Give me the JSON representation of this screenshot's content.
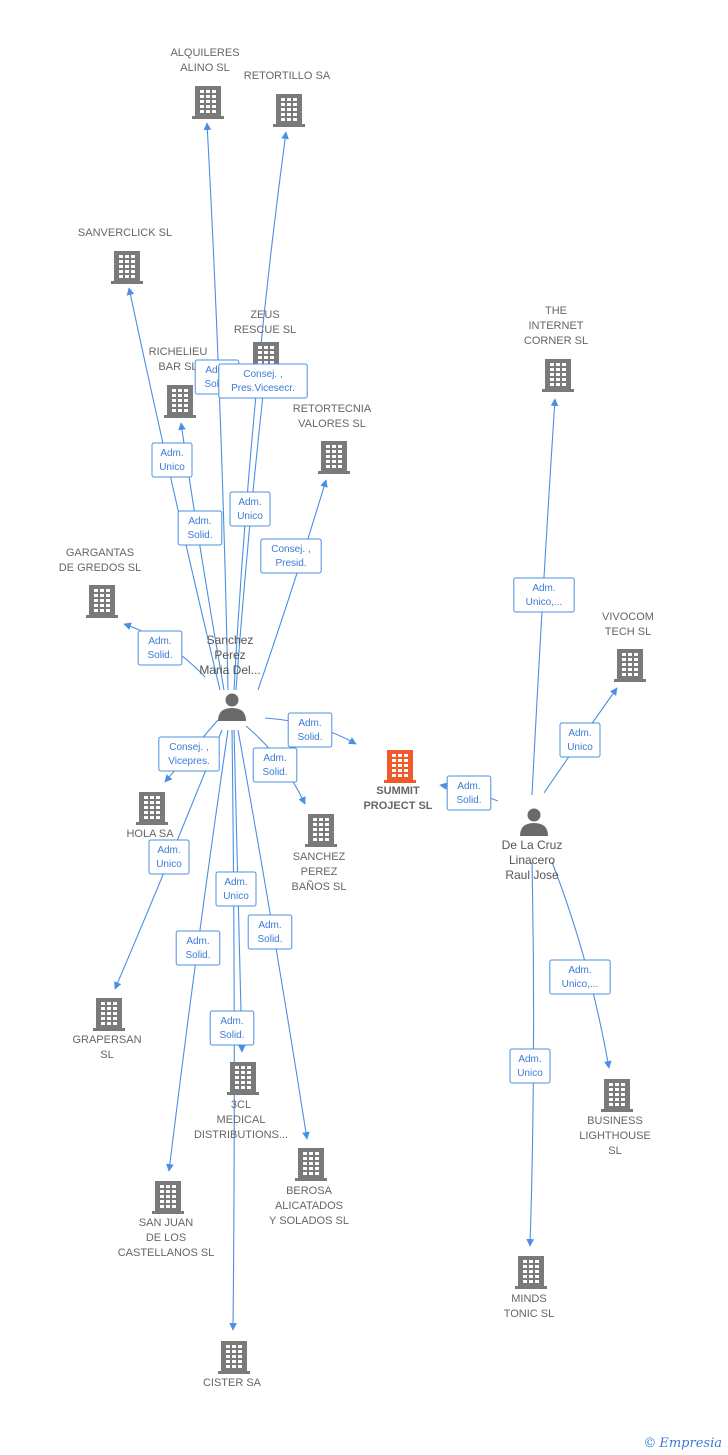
{
  "colors": {
    "building": "#7a7a7a",
    "highlight": "#f05a28",
    "edge": "#4a90e2",
    "person": "#6a6a6a"
  },
  "companies": [
    {
      "id": "alquileres",
      "lines": [
        "ALQUILERES",
        "ALINO  SL"
      ]
    },
    {
      "id": "retortillo",
      "lines": [
        "RETORTILLO SA"
      ]
    },
    {
      "id": "sanverclick",
      "lines": [
        "SANVERCLICK SL"
      ]
    },
    {
      "id": "zeus",
      "lines": [
        "ZEUS",
        "RESCUE  SL"
      ]
    },
    {
      "id": "richelieu",
      "lines": [
        "RICHELIEU",
        "BAR  SL"
      ]
    },
    {
      "id": "retortecnia",
      "lines": [
        "RETORTECNIA",
        "VALORES SL"
      ]
    },
    {
      "id": "internet",
      "lines": [
        "THE",
        "INTERNET",
        "CORNER SL"
      ]
    },
    {
      "id": "gargantas",
      "lines": [
        "GARGANTAS",
        "DE GREDOS SL"
      ]
    },
    {
      "id": "vivocom",
      "lines": [
        "VIVOCOM",
        "TECH SL"
      ]
    },
    {
      "id": "summit",
      "lines": [
        "SUMMIT",
        "PROJECT  SL"
      ],
      "highlight": true
    },
    {
      "id": "hola",
      "lines": [
        "HOLA SA"
      ]
    },
    {
      "id": "sanchezperez",
      "lines": [
        "SANCHEZ",
        "PEREZ",
        "BAÑOS  SL"
      ]
    },
    {
      "id": "grapersan",
      "lines": [
        "GRAPERSAN",
        "SL"
      ]
    },
    {
      "id": "3cl",
      "lines": [
        "3CL",
        "MEDICAL",
        "DISTRIBUTIONS..."
      ]
    },
    {
      "id": "business",
      "lines": [
        "BUSINESS",
        "LIGHTHOUSE",
        "SL"
      ]
    },
    {
      "id": "berosa",
      "lines": [
        "BEROSA",
        "ALICATADOS",
        "Y SOLADOS SL"
      ]
    },
    {
      "id": "sanjuan",
      "lines": [
        "SAN JUAN",
        "DE LOS",
        "CASTELLANOS SL"
      ]
    },
    {
      "id": "minds",
      "lines": [
        "MINDS",
        "TONIC SL"
      ]
    },
    {
      "id": "cister",
      "lines": [
        "CISTER SA"
      ]
    }
  ],
  "persons": [
    {
      "id": "sanchez",
      "lines": [
        "Sanchez",
        "Perez",
        "Maria Del..."
      ]
    },
    {
      "id": "delacruz",
      "lines": [
        "De La Cruz",
        "Linacero",
        "Raul Jose"
      ]
    }
  ],
  "edges": [
    {
      "from": "sanchez",
      "to": "alquileres",
      "label": [
        "Adm.",
        "Solid."
      ]
    },
    {
      "from": "sanchez",
      "to": "retortillo",
      "label": [
        "Consej. ,",
        "Pres.Vicesecr."
      ]
    },
    {
      "from": "sanchez",
      "to": "sanverclick",
      "label": [
        "Adm.",
        "Unico"
      ]
    },
    {
      "from": "sanchez",
      "to": "zeus",
      "label": [
        "Adm.",
        "Unico"
      ]
    },
    {
      "from": "sanchez",
      "to": "richelieu",
      "label": [
        "Adm.",
        "Solid."
      ]
    },
    {
      "from": "sanchez",
      "to": "retortecnia",
      "label": [
        "Consej. ,",
        "Presid."
      ]
    },
    {
      "from": "sanchez",
      "to": "gargantas",
      "label": [
        "Adm.",
        "Solid."
      ]
    },
    {
      "from": "sanchez",
      "to": "summit",
      "label": [
        "Adm.",
        "Solid."
      ]
    },
    {
      "from": "sanchez",
      "to": "hola",
      "label": [
        "Consej. ,",
        "Vicepres."
      ]
    },
    {
      "from": "sanchez",
      "to": "sanchezperez",
      "label": [
        "Adm.",
        "Solid."
      ]
    },
    {
      "from": "sanchez",
      "to": "grapersan",
      "label": [
        "Adm.",
        "Unico"
      ]
    },
    {
      "from": "sanchez",
      "to": "3cl",
      "label": [
        "Adm.",
        "Unico"
      ]
    },
    {
      "from": "sanchez",
      "to": "berosa",
      "label": [
        "Adm.",
        "Solid."
      ]
    },
    {
      "from": "sanchez",
      "to": "sanjuan",
      "label": [
        "Adm.",
        "Solid."
      ]
    },
    {
      "from": "sanchez",
      "to": "cister",
      "label": [
        "Adm.",
        "Solid."
      ]
    },
    {
      "from": "delacruz",
      "to": "internet",
      "label": [
        "Adm.",
        "Unico,..."
      ]
    },
    {
      "from": "delacruz",
      "to": "vivocom",
      "label": [
        "Adm.",
        "Unico"
      ]
    },
    {
      "from": "delacruz",
      "to": "summit",
      "label": [
        "Adm.",
        "Solid."
      ]
    },
    {
      "from": "delacruz",
      "to": "business",
      "label": [
        "Adm.",
        "Unico,..."
      ]
    },
    {
      "from": "delacruz",
      "to": "minds",
      "label": [
        "Adm.",
        "Unico"
      ]
    }
  ],
  "footer": {
    "copyright": "©",
    "brand": "Empresia"
  }
}
